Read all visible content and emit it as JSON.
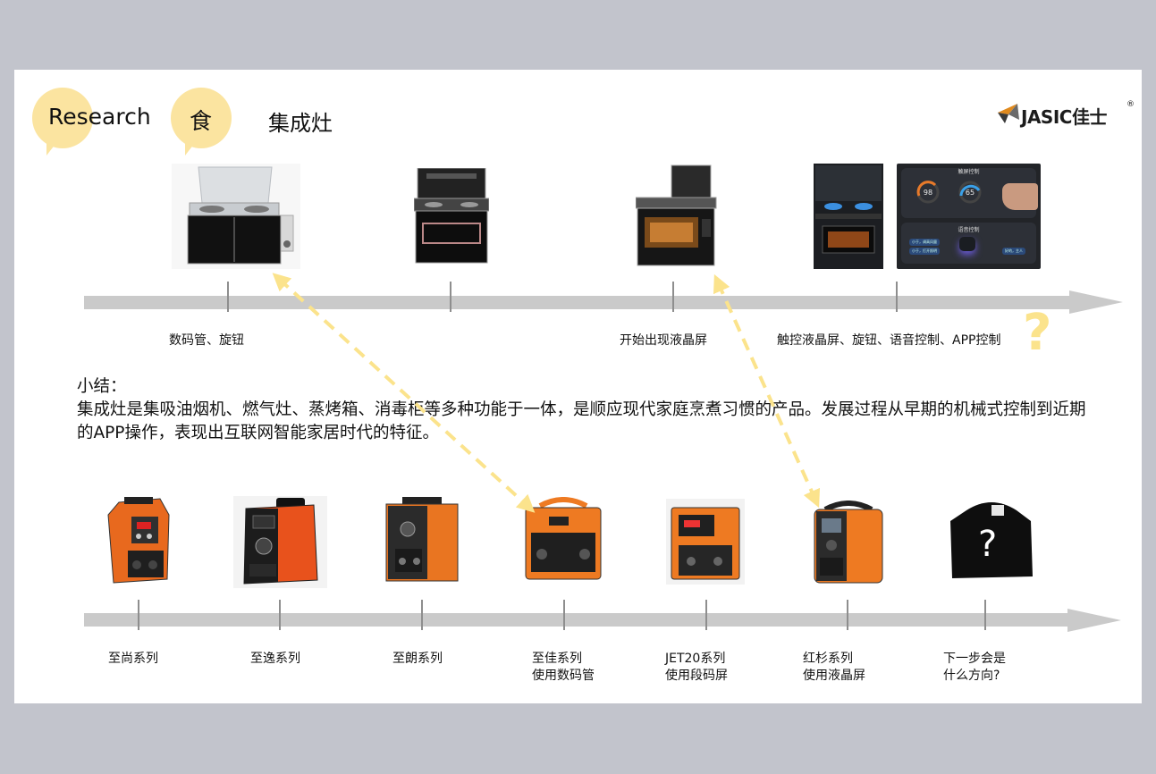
{
  "header": {
    "bubble1": "Research",
    "bubble2": "食",
    "title": "集成灶",
    "logo_text": "JASIC佳士",
    "logo_reg": "®"
  },
  "top_timeline": {
    "labels": [
      "数码管、旋钮",
      "开始出现液晶屏",
      "触控液晶屏、旋钮、语音控制、APP控制"
    ],
    "question_mark": "?"
  },
  "touch_panel": {
    "title": "触屏控制",
    "dial1": "98",
    "dial2": "65",
    "voice_title": "语音控制",
    "chip1": "小于，调高风量",
    "chip2": "小于，打开照明",
    "chip3": "好的，主人"
  },
  "summary": {
    "heading": "小结：",
    "body": "集成灶是集吸油烟机、燃气灶、蒸烤箱、消毒柜等多种功能于一体，是顺应现代家庭烹煮习惯的产品。发展过程从早期的机械式控制到近期的APP操作，表现出互联网智能家居时代的特征。"
  },
  "bottom_timeline": {
    "labels": [
      {
        "l1": "至尚系列",
        "l2": ""
      },
      {
        "l1": "至逸系列",
        "l2": ""
      },
      {
        "l1": "至朗系列",
        "l2": ""
      },
      {
        "l1": "至佳系列",
        "l2": "使用数码管"
      },
      {
        "l1": "JET20系列",
        "l2": "使用段码屏"
      },
      {
        "l1": "红杉系列",
        "l2": "使用液晶屏"
      },
      {
        "l1": "下一步会是",
        "l2": "什么方向?"
      }
    ],
    "unknown_product_mark": "?"
  },
  "colors": {
    "bubble": "#fbe4a0",
    "arrow": "#fbe38c",
    "timeline": "#cacaca",
    "welder_orange": "#ee7a22"
  }
}
